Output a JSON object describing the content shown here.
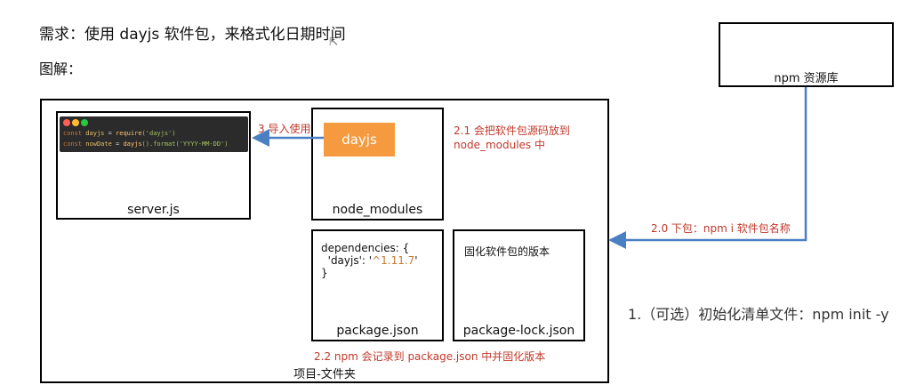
{
  "header": {
    "title": "需求：使用 dayjs 软件包，来格式化日期时间",
    "subtitle": "图解："
  },
  "npm_repo": {
    "label": "npm 资源库"
  },
  "project": {
    "label": "项目-文件夹"
  },
  "server": {
    "label": "server.js",
    "code": [
      {
        "kw": "const ",
        "var": "dayjs",
        "op": " = ",
        "fn": "require",
        "arg": "('dayjs')"
      },
      {
        "kw": "const ",
        "var": "nowDate",
        "op": " = ",
        "fn": "dayjs",
        "arg": "().format('YYYY-MM-DD')"
      }
    ],
    "dot_colors": [
      "#ff5f56",
      "#ffbd2e",
      "#27c93f"
    ]
  },
  "node_modules": {
    "label": "node_modules",
    "package_name": "dayjs"
  },
  "package_json": {
    "label": "package.json",
    "line1": "dependencies: {",
    "line2_key": "'dayjs': '",
    "line2_ver": "^1.11.7",
    "line2_end": "'",
    "line3": "}"
  },
  "package_lock": {
    "label": "package-lock.json",
    "note": "固化软件包的版本"
  },
  "annotations": {
    "import_use": "3.导入使用",
    "put_source_1": "2.1 会把软件包源码放到",
    "put_source_2": "node_modules 中",
    "download": "2.0 下包：npm i 软件包名称",
    "record": "2.2 npm 会记录到 package.json 中并固化版本",
    "init": "1.（可选）初始化清单文件：npm init -y"
  },
  "colors": {
    "arrow": "#4a7fc1",
    "annotation": "#c0392b",
    "package_fill": "#f59a3e"
  }
}
